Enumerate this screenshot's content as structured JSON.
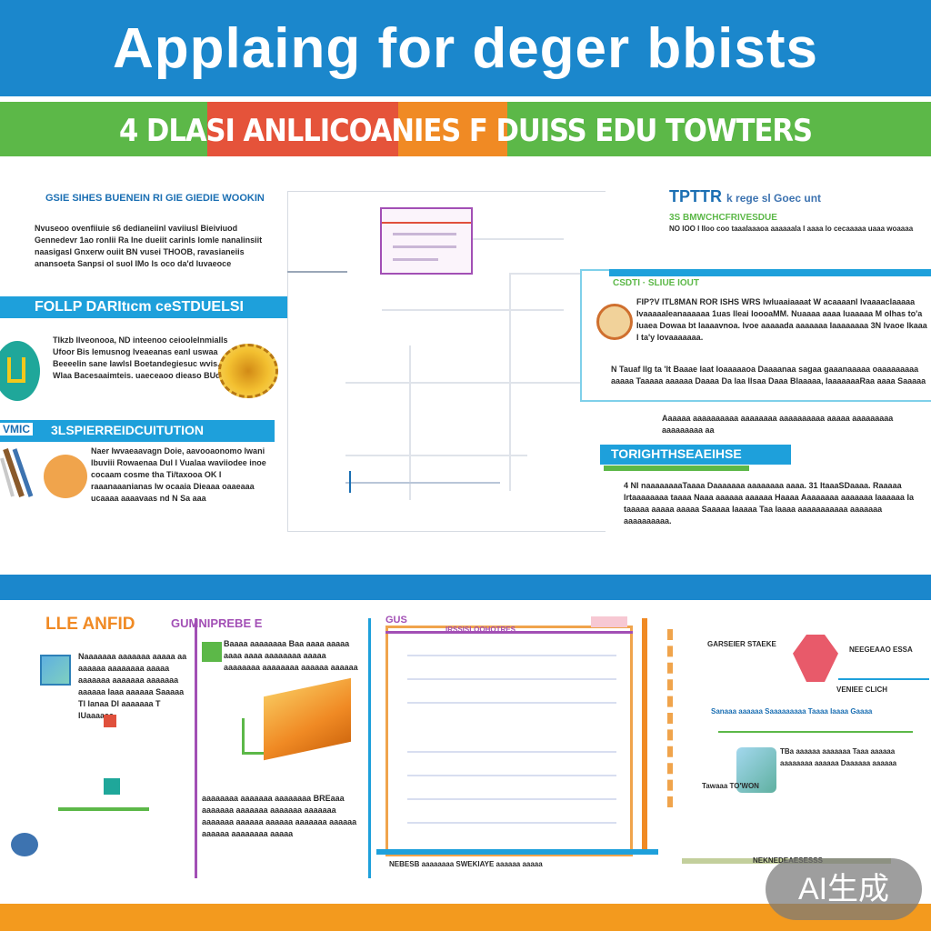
{
  "header": {
    "title": "Applaing for deger  bbists",
    "subtitle": "4 DLASI ANLLICOANIES  F DUISS EDU TOWTERS"
  },
  "left": {
    "intro_head": "GSIE SIHES BUENEIN RI GIE GIEDIE WOOKIN",
    "intro_body": "Nvuseoo ovenfiiuie s6 dedianeiinl vaviiusl Bieiviuod Gennedevr 1ao ronlii Ra Ine dueiit carinls lomle nanalinsiit naasigasl Gnxerw ouiit BN vusei THOOB, ravasianeiis anansoeta Sanpsi ol suol IMo ls oco da'd luvaeoce",
    "band1": "FOLLP DARItıcm ceSTDUELSI",
    "sec1_body": "Tlkzb Ilveonooa, ND inteenoo ceioolelnmialls Ufoor Bis Iemusnog lveaeanas eanl uswaa Beeeelin sane Iawlsl Boetandegiesuc wvis. Wlaa Bacesaaimteis. uaeceaoo dieaso BUd",
    "band2_label": "VMIC",
    "band2": "3LSPIERREIDCUITUTION",
    "sec2_body": "Naer Iwvaeaavagn Doie, aavooaonomo lwani lbuviii Rowaenaa Dul I Vualaa waviiodee inoe cocaam cosme tha Ti/taxooa OK I raaanaaanianas Iw ocaaia Dieaaa oaaeaaa ucaaaa aaaavaas nd N Sa aaa"
  },
  "right": {
    "title": "TPTTR",
    "title_small": "k rege  sl Goec unt",
    "sub_head": "3S BMWCHCFRIVESDUE",
    "sub_body": "NO IOO I IIoo coo taaalaaaoa aaaaaala I aaaa lo cecaaaaa uaaa woaaaa",
    "box_head": "CSDTI · SLIUE IOUT",
    "box_body": "FIP?V ITL8MAN ROR ISHS WRS Iwluaaiaaaat W acaaaanl Ivaaaaclaaaaa Ivaaaaaleanaaaaaa 1uas lleai IoooaMM. Nuaaaa aaaa luaaaaa M olhas to'a Iuaea Dowaa bt Iaaaavnoa. Ivoe aaaaada aaaaaaa Iaaaaaaaa 3N lvaoe Ikaaa I ta'y lovaaaaaaa.",
    "box_body2": "N Tauaf Ilg ta 'It Baaae laat Ioaaaaaoa Daaaanaa sagaa gaaanaaaaa oaaaaaaaaa aaaaa Taaaaa aaaaaa Daaaa Da laa Ilsaa Daaa Blaaaaa, IaaaaaaaRaa aaaa Saaaaa",
    "line": "Aaaaaa aaaaaaaaaa aaaaaaaa aaaaaaaaaa aaaaa aaaaaaaaa aaaaaaaaa aa",
    "band3": "TORIGHTHSEAEIHSE",
    "body3": "4 NI naaaaaaaaTaaaa Daaaaaaa aaaaaaaa aaaa. 31 ItaaaSDaaaa. Raaaaa Irtaaaaaaaa taaaa Naaa aaaaaa aaaaaa Haaaa Aaaaaaaa aaaaaaa Iaaaaaa Ia taaaaa aaaaa aaaaa Saaaaa Iaaaaa Taa Iaaaa aaaaaaaaaaa aaaaaaa aaaaaaaaaa."
  },
  "bottom": {
    "p1_title": "LLE ANFID",
    "p1_body": "Naaaaaaa aaaaaaa aaaaa aa aaaaaa aaaaaaaa aaaaa aaaaaaa aaaaaaa aaaaaaa aaaaaa Iaaa aaaaaa Saaaaa Tl lanaa Dl aaaaaaa T lUaaaaaa",
    "p2_title": "GUMNIPREBE E",
    "p2_body": "Baaaa aaaaaaaa Baa aaaa aaaaa aaaa aaaa aaaaaaaa aaaaa aaaaaaaa aaaaaaaa aaaaaa aaaaaa",
    "p2_body2": "aaaaaaaa aaaaaaa aaaaaaaa BREaaa aaaaaaa aaaaaaa aaaaaaa aaaaaaa aaaaaaa aaaaaa aaaaaa aaaaaaa aaaaaa aaaaaa aaaaaaaa aaaaa",
    "p3_title": "GUS",
    "p3_head": "IRSSISLOOHOTRES",
    "p3_foot": "NEBESB aaaaaaaa SWEKIAYE aaaaaa aaaaa",
    "p4_head": "GARSEIER STAEKE",
    "p4_r1": "NEEGEAAO ESSA",
    "p4_mid": "VENIEE CLICH",
    "p4_row": "Sanaaa aaaaaa Saaaaaaaaa Taaaa Iaaaa Gaaaa",
    "p4_row2": "TBa aaaaaa aaaaaaa Taaa aaaaaa aaaaaaaa aaaaaa Daaaaaa aaaaaa",
    "p4_foot": "Tawaaa TO'WON",
    "p4_bar": "NEKNEDEAESESSS"
  },
  "badge": {
    "label": "AI生成"
  },
  "colors": {
    "primary_blue": "#1b87cc",
    "green": "#5cb848",
    "orange": "#f08a24",
    "red": "#e5533a",
    "purple": "#a24fb5"
  }
}
